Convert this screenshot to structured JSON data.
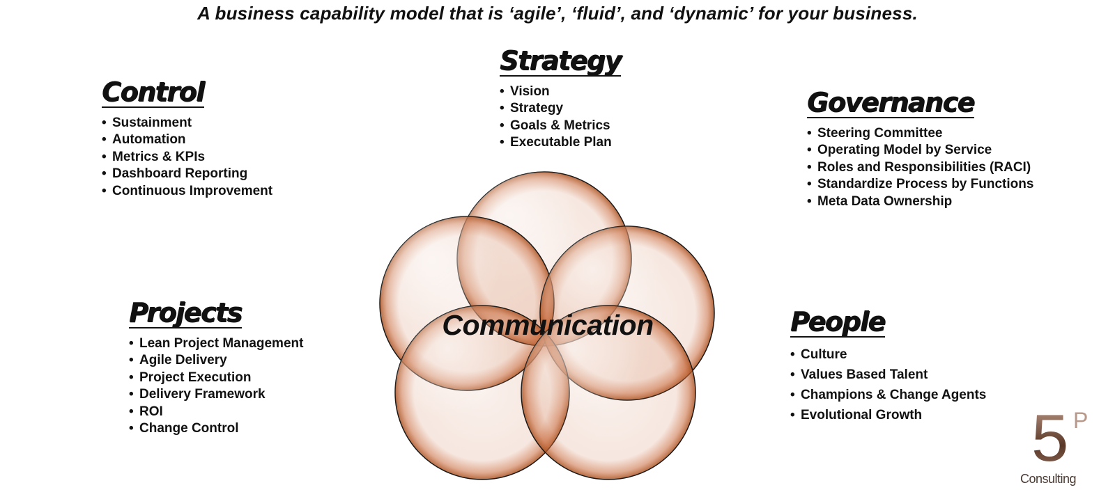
{
  "headline": "A business capability model that is ‘agile’, ‘fluid’, and ‘dynamic’ for your business.",
  "center_label": "Communication",
  "circle_color": "#c8693a",
  "sections": {
    "strategy": {
      "title": "Strategy",
      "items": [
        "Vision",
        "Strategy",
        "Goals & Metrics",
        "Executable Plan"
      ]
    },
    "control": {
      "title": "Control",
      "items": [
        "Sustainment",
        "Automation",
        "Metrics & KPIs",
        "Dashboard Reporting",
        "Continuous Improvement"
      ]
    },
    "governance": {
      "title": "Governance",
      "items": [
        "Steering Committee",
        "Operating Model by Service",
        "Roles and Responsibilities (RACI)",
        "Standardize Process by Functions",
        "Meta Data Ownership"
      ]
    },
    "projects": {
      "title": "Projects",
      "items": [
        "Lean Project Management",
        "Agile Delivery",
        "Project Execution",
        "Delivery Framework",
        "ROI",
        "Change Control"
      ]
    },
    "people": {
      "title": "People",
      "items": [
        "Culture",
        "Values Based Talent",
        "Champions & Change Agents",
        "Evolutional Growth"
      ]
    }
  },
  "logo": {
    "number": "5",
    "superscript": "P",
    "brand": "Consulting"
  }
}
